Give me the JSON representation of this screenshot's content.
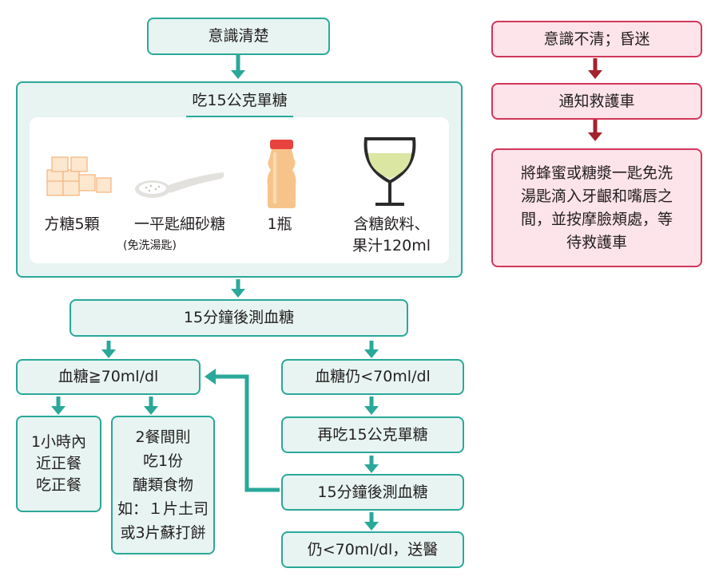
{
  "left": {
    "conscious": "意識清楚",
    "eat_title": "吃15公克單糖",
    "options": [
      {
        "label": "方糖5顆",
        "icon": "sugar-cubes-icon"
      },
      {
        "label": "一平匙細砂糖",
        "note": "(免洗湯匙)",
        "icon": "sugar-spoon-icon"
      },
      {
        "label": "1瓶",
        "icon": "yakult-bottle-icon"
      },
      {
        "label": "含糖飲料、\n果汁120ml",
        "icon": "juice-glass-icon"
      }
    ],
    "check_15": "15分鐘後測血糖",
    "ok": "血糖≧70ml/dl",
    "ok_meal_soon": "1小時內\n近正餐\n吃正餐",
    "ok_meal_far": "2餐間則\n吃1份\n醣類食物\n如：１片土司\n或3片蘇打餅",
    "low": "血糖仍<70ml/dl",
    "eat_again": "再吃15公克單糖",
    "check_again": "15分鐘後測血糖",
    "still_low": "仍<70ml/dl，送醫"
  },
  "right": {
    "unconscious": "意識不清；昏迷",
    "call": "通知救護車",
    "action": "將蜂蜜或糖漿一匙免洗\n湯匙滴入牙齦和嘴唇之\n間，並按摩臉頰處，等\n待救護車"
  },
  "colors": {
    "teal": "#2aa89a",
    "teal_fill": "#e7f4f1",
    "red": "#d2365a",
    "red_fill": "#fde3ea",
    "arrow_red": "#a4232b"
  }
}
